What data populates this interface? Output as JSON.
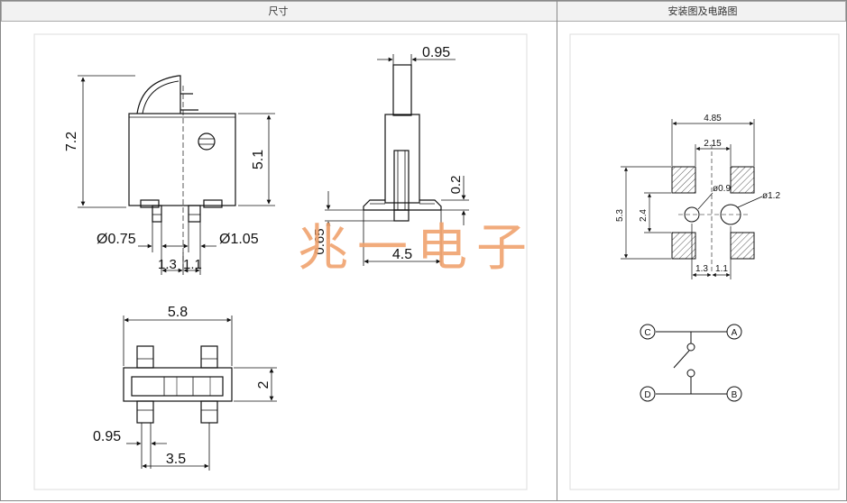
{
  "header": {
    "left_title": "尺寸",
    "right_title": "安装图及电路图"
  },
  "watermark": "兆一电子",
  "side_view": {
    "height_total": "7.2",
    "height_body": "5.1",
    "pin_left_dia": "Ø0.75",
    "pin_right_dia": "Ø1.05",
    "pitch_left": "1.3",
    "pitch_right": "1.1"
  },
  "front_view": {
    "actuator_width": "0.95",
    "terminal_offset": "0.2",
    "base_offset": "0.65",
    "span": "4.5"
  },
  "bottom_view": {
    "width": "5.8",
    "depth": "2",
    "pin_width": "0.95",
    "pin_spacing": "3.5"
  },
  "mounting": {
    "outer_span": "4.85",
    "inner_span": "2.15",
    "hole_small": "ø0.9",
    "hole_large": "ø1.2",
    "total_height": "5.3",
    "pad_gap": "2.4",
    "offset_left": "1.3",
    "offset_right": "1.1"
  },
  "circuit": {
    "terminals": [
      "C",
      "A",
      "D",
      "B"
    ]
  }
}
